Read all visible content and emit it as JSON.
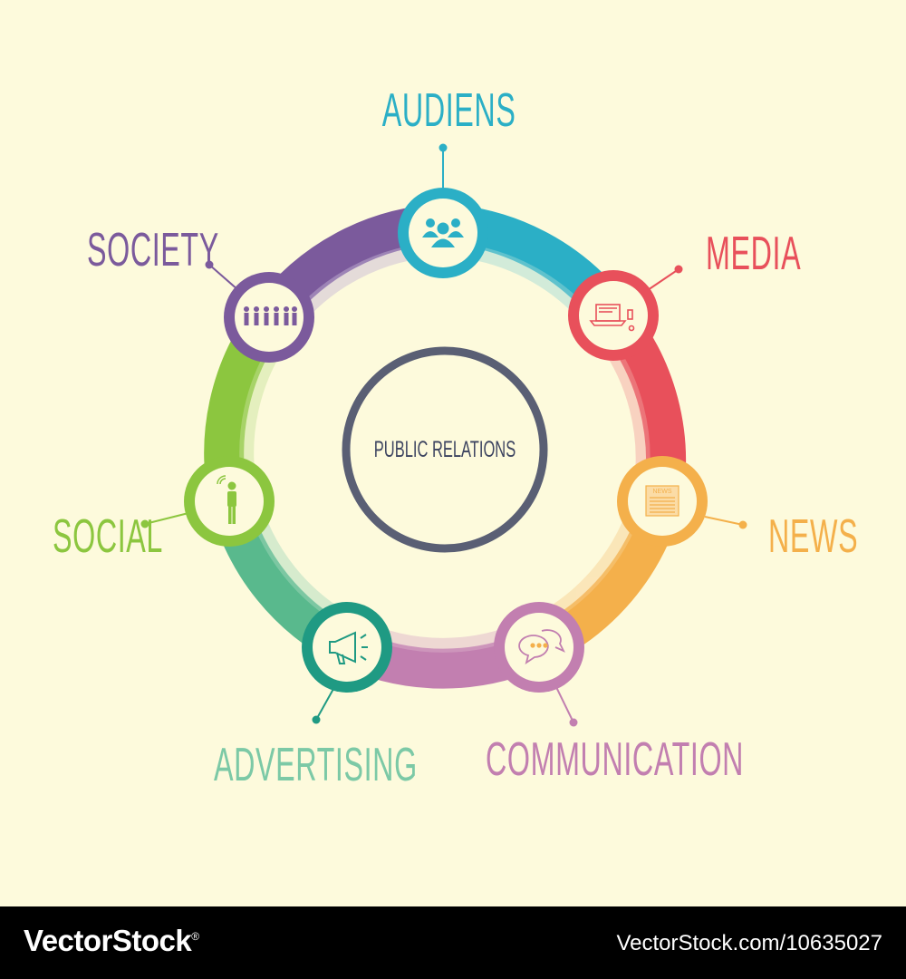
{
  "center": {
    "label": "PUBLIC RELATIONS"
  },
  "nodes": [
    {
      "key": "audiens",
      "label": "AUDIENS",
      "color": "#2bafc6",
      "icon": "people-group-icon"
    },
    {
      "key": "media",
      "label": "MEDIA",
      "color": "#e8505b",
      "icon": "laptop-icon"
    },
    {
      "key": "news",
      "label": "NEWS",
      "color": "#f4b04b",
      "icon": "newspaper-icon"
    },
    {
      "key": "communication",
      "label": "COMMUNICATION",
      "color": "#c27fb0",
      "icon": "chat-bubbles-icon"
    },
    {
      "key": "advertising",
      "label": "ADVERTISING",
      "color": "#1f9a83",
      "icon": "megaphone-icon"
    },
    {
      "key": "social",
      "label": "SOCIAL",
      "color": "#8cc63f",
      "icon": "person-signal-icon"
    },
    {
      "key": "society",
      "label": "SOCIETY",
      "color": "#7b5a9c",
      "icon": "crowd-icon"
    }
  ],
  "newspaper_text": "NEWS",
  "footer": {
    "brand": "VectorStock",
    "registered": "®",
    "link": "VectorStock.com/10635027"
  }
}
